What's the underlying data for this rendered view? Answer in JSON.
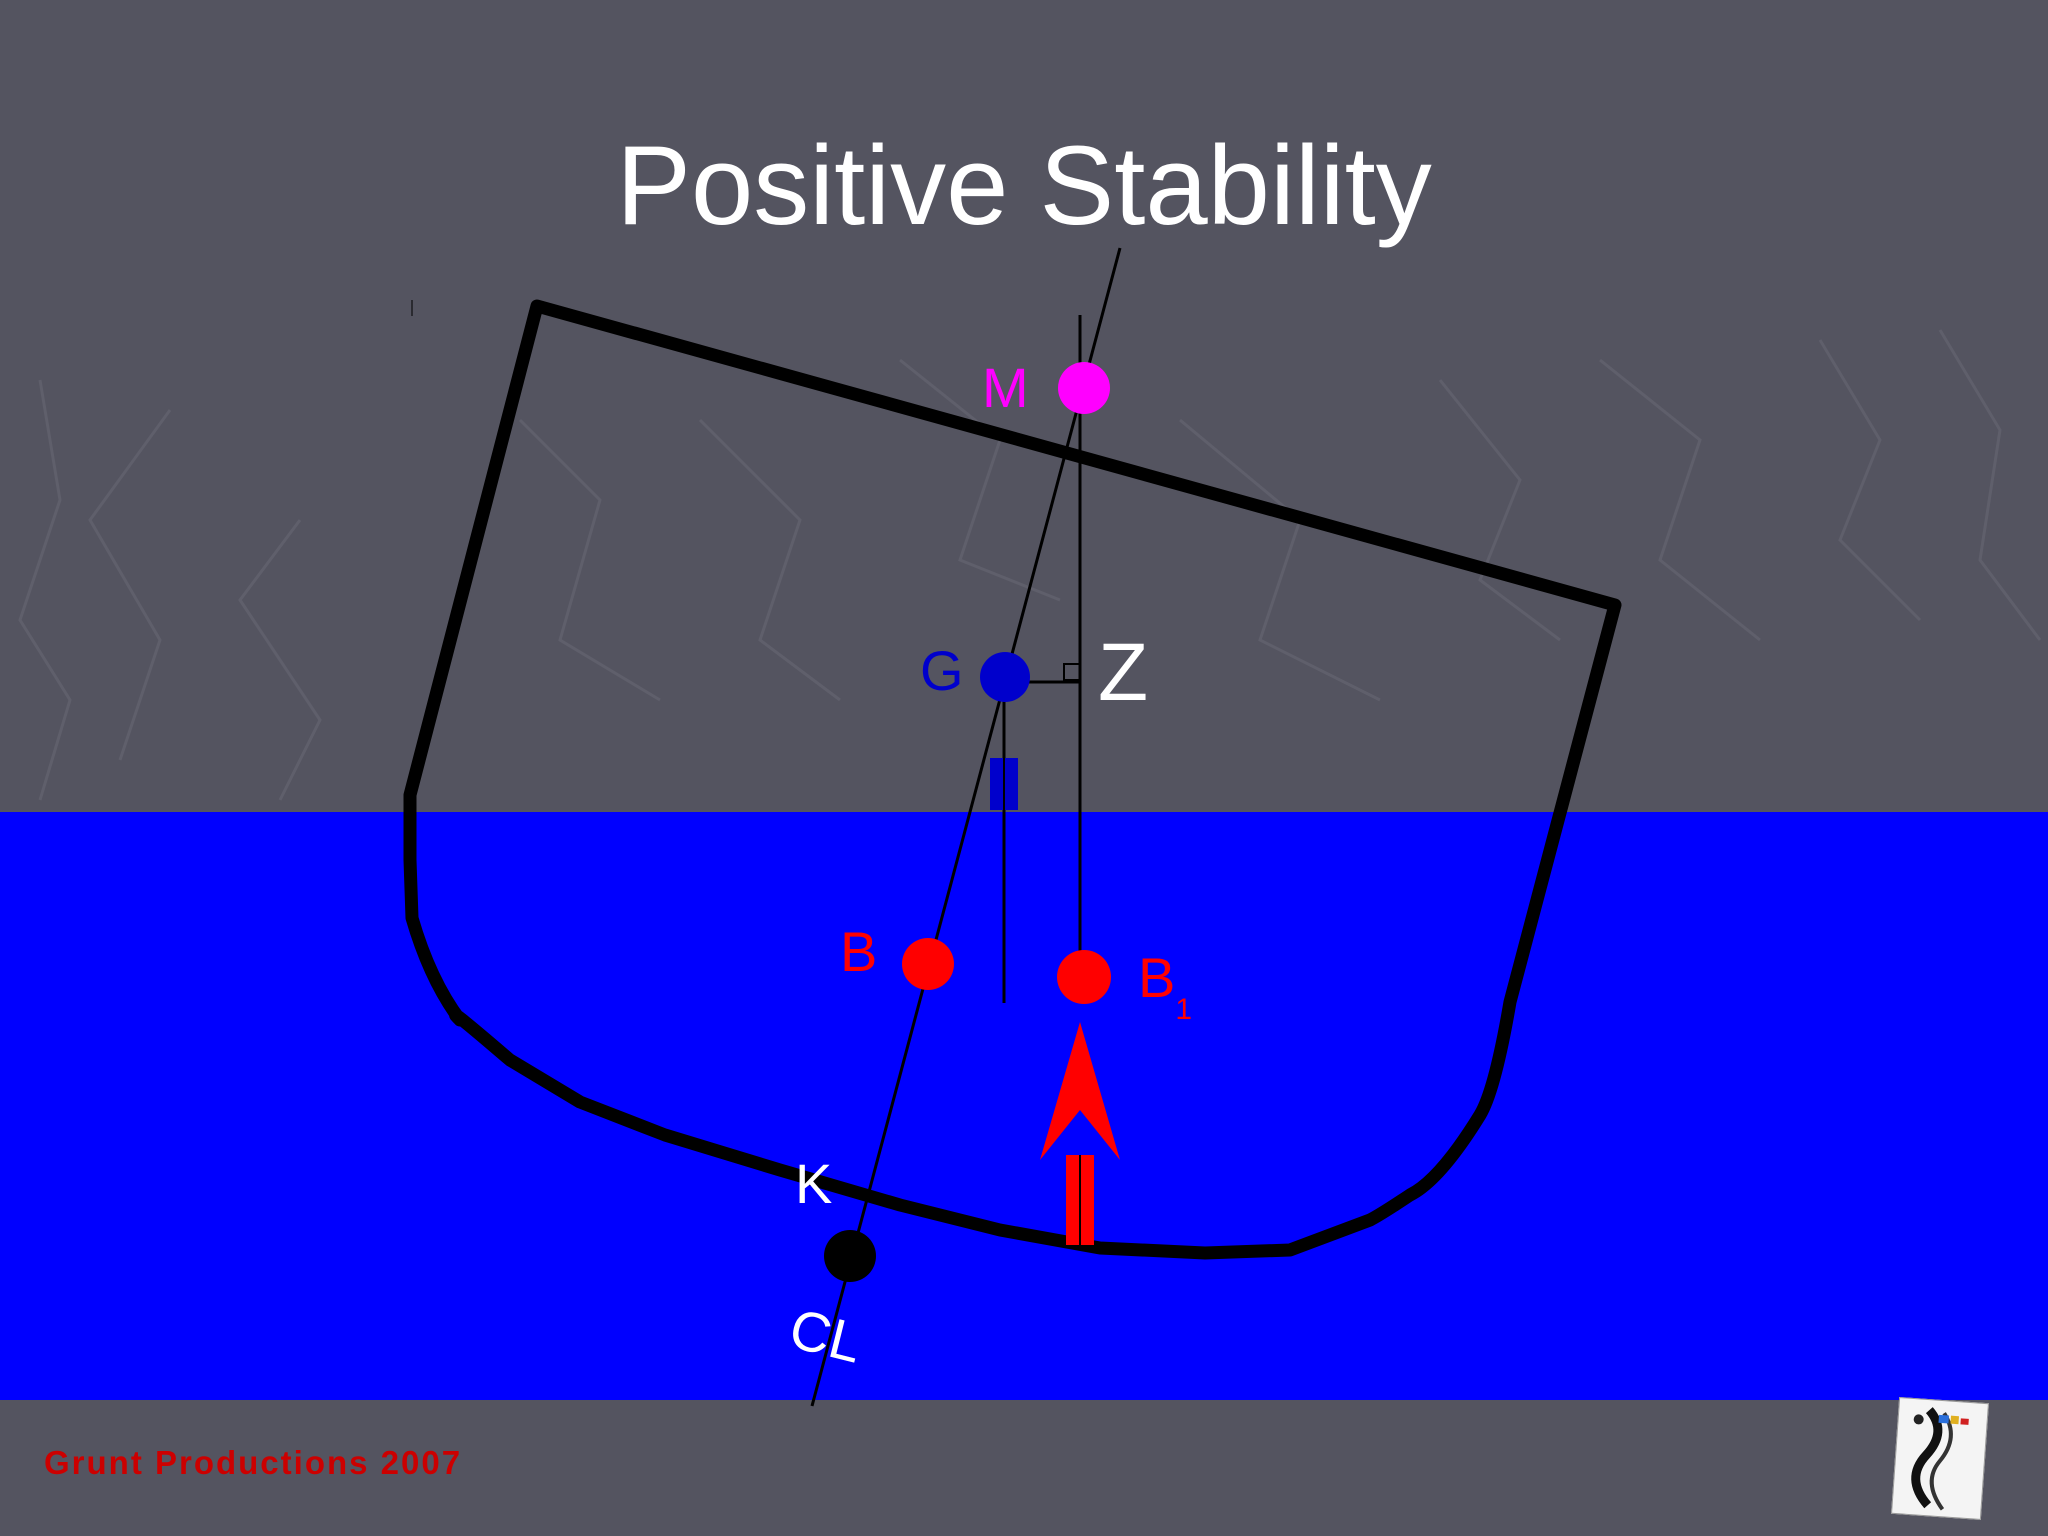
{
  "slide": {
    "title": "Positive Stability",
    "footer": "Grunt Productions 2007"
  },
  "points": {
    "M": "M",
    "G": "G",
    "Z": "Z",
    "B": "B",
    "B1": "B",
    "B1_sub": "1",
    "K": "K",
    "CL": "CL"
  },
  "colors": {
    "background": "#545460",
    "water": "#0000ff",
    "hull": "#000000",
    "metacenter": "#ff00ff",
    "gravity": "#0000cc",
    "buoyancy": "#ff0000",
    "title": "#ffffff",
    "footer": "#cc0000"
  },
  "icons": {
    "logo": "grunt-productions-logo"
  }
}
